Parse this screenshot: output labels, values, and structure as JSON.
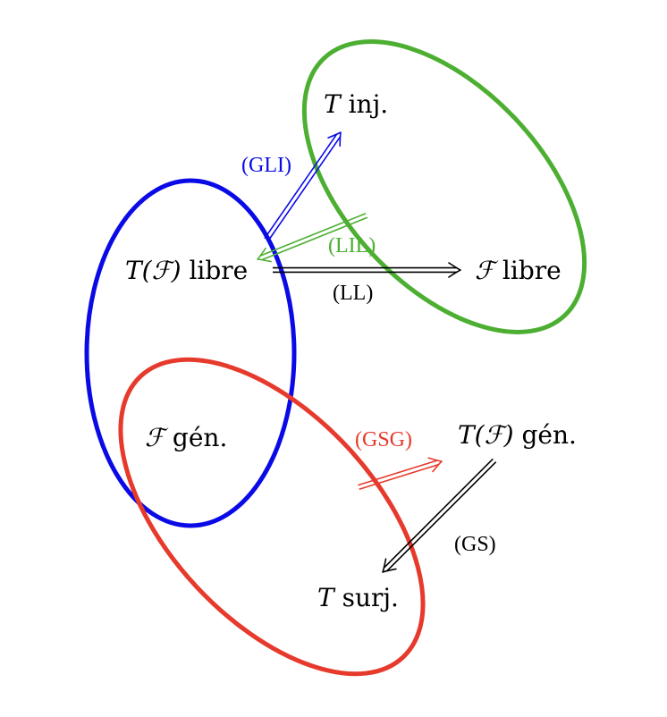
{
  "colors": {
    "blue": "#0a0ae6",
    "green": "#4caf32",
    "red": "#e63a2c",
    "black": "#000000"
  },
  "nodes": {
    "t_inj": {
      "var": "T",
      "text": " inj."
    },
    "tf_libre": {
      "var": "T(ℱ)",
      "text": " libre"
    },
    "f_libre": {
      "var": "ℱ",
      "text": " libre"
    },
    "f_gen": {
      "var": "ℱ",
      "text": " gén."
    },
    "tf_gen": {
      "var": "T(ℱ)",
      "text": " gén."
    },
    "t_surj": {
      "var": "T",
      "text": " surj."
    }
  },
  "edges": {
    "gli": "(GLI)",
    "lil": "(LIL)",
    "ll": "(LL)",
    "gsg": "(GSG)",
    "gs": "(GS)"
  }
}
